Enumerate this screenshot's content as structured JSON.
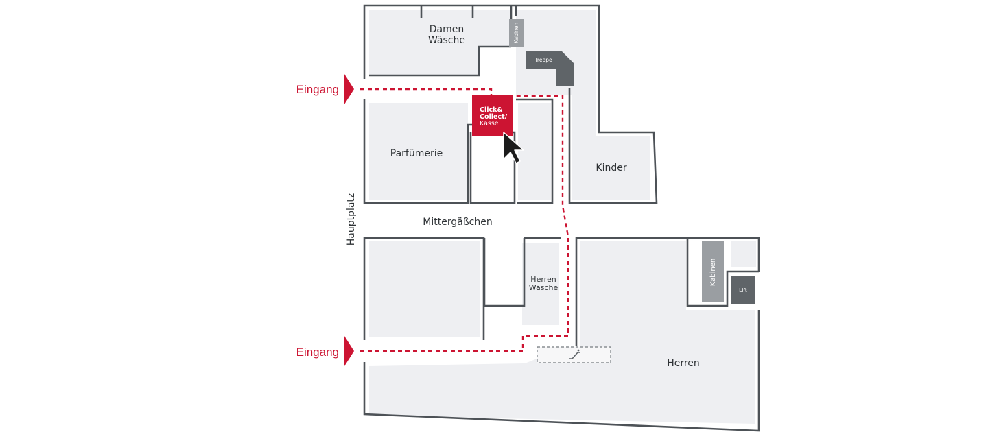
{
  "colors": {
    "accent": "#cc1432",
    "wall": "#4d5257",
    "room": "#eeeff2",
    "stair": "#5f6468",
    "cabin": "#9a9ea2"
  },
  "entrances": [
    {
      "label": "Eingang"
    },
    {
      "label": "Eingang"
    }
  ],
  "street_vertical": "Hauptplatz",
  "street_horizontal": "Mittergäßchen",
  "rooms": {
    "damen_waesche": [
      "Damen",
      "Wäsche"
    ],
    "parfuemerie": "Parfümerie",
    "kinder": "Kinder",
    "herren_waesche": [
      "Herren",
      "Wäsche"
    ],
    "herren": "Herren"
  },
  "fixtures": {
    "kabinen_top": "Kabinen",
    "treppe": "Treppe",
    "kabinen_right": "Kabinen",
    "lift": "Lift",
    "escalator_icon": "escalator-icon"
  },
  "highlight": {
    "lines": [
      "Click&",
      "Collect/",
      "Kasse"
    ],
    "pointer_icon": "cursor-arrow-icon"
  }
}
